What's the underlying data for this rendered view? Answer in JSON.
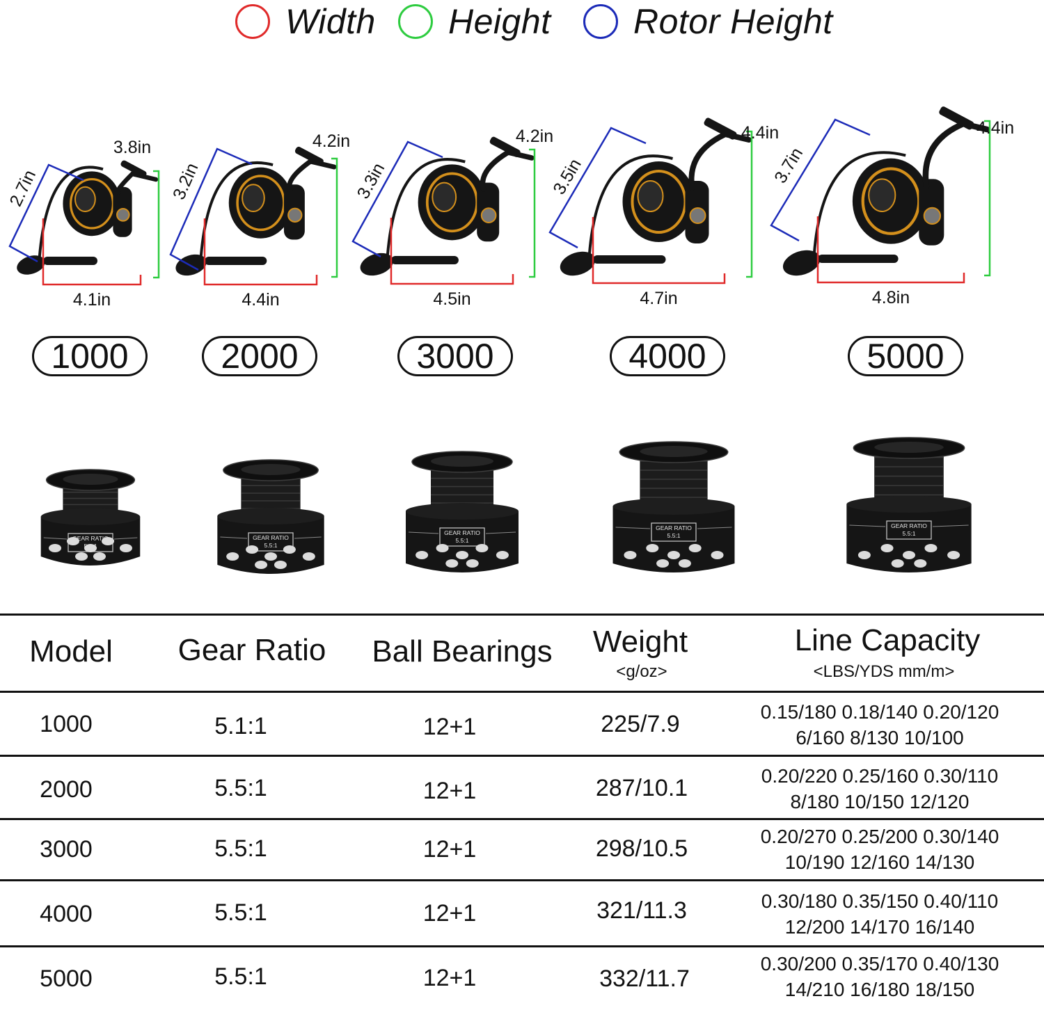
{
  "legend": {
    "items": [
      {
        "label": "Width",
        "color": "#e02a2a"
      },
      {
        "label": "Height",
        "color": "#2ecc40"
      },
      {
        "label": "Rotor Height",
        "color": "#1c2bb8"
      }
    ]
  },
  "reels": [
    {
      "model": "1000",
      "width": "4.1in",
      "height": "3.8in",
      "rotor": "2.7in"
    },
    {
      "model": "2000",
      "width": "4.4in",
      "height": "4.2in",
      "rotor": "3.2in"
    },
    {
      "model": "3000",
      "width": "4.5in",
      "height": "4.2in",
      "rotor": "3.3in"
    },
    {
      "model": "4000",
      "width": "4.7in",
      "height": "4.4in",
      "rotor": "3.5in"
    },
    {
      "model": "5000",
      "width": "4.8in",
      "height": "4.4in",
      "rotor": "3.7in"
    }
  ],
  "spools": [
    {
      "label": "GEAR RATIO",
      "ratio": "5.1:1"
    },
    {
      "label": "GEAR RATIO",
      "ratio": "5.5:1"
    },
    {
      "label": "GEAR RATIO",
      "ratio": "5.5:1"
    },
    {
      "label": "GEAR RATIO",
      "ratio": "5.5:1"
    },
    {
      "label": "GEAR RATIO",
      "ratio": "5.5:1"
    }
  ],
  "colors": {
    "accent_gold": "#d4901c",
    "reel_black": "#151515"
  },
  "table": {
    "headers": {
      "model": "Model",
      "gear_ratio": "Gear Ratio",
      "ball_bearings": "Ball Bearings",
      "weight": "Weight",
      "weight_unit": "<g/oz>",
      "line_capacity": "Line Capacity",
      "line_capacity_unit": "<LBS/YDS mm/m>"
    },
    "rows": [
      {
        "model": "1000",
        "gear_ratio": "5.1:1",
        "ball_bearings": "12+1",
        "weight": "225/7.9",
        "line_mm": "0.15/180 0.18/140 0.20/120",
        "line_lbs": "6/160 8/130 10/100"
      },
      {
        "model": "2000",
        "gear_ratio": "5.5:1",
        "ball_bearings": "12+1",
        "weight": "287/10.1",
        "line_mm": "0.20/220 0.25/160 0.30/110",
        "line_lbs": "8/180 10/150 12/120"
      },
      {
        "model": "3000",
        "gear_ratio": "5.5:1",
        "ball_bearings": "12+1",
        "weight": "298/10.5",
        "line_mm": "0.20/270 0.25/200 0.30/140",
        "line_lbs": "10/190 12/160 14/130"
      },
      {
        "model": "4000",
        "gear_ratio": "5.5:1",
        "ball_bearings": "12+1",
        "weight": "321/11.3",
        "line_mm": "0.30/180 0.35/150 0.40/110",
        "line_lbs": "12/200 14/170 16/140"
      },
      {
        "model": "5000",
        "gear_ratio": "5.5:1",
        "ball_bearings": "12+1",
        "weight": "332/11.7",
        "line_mm": "0.30/200 0.35/170 0.40/130",
        "line_lbs": "14/210 16/180 18/150"
      }
    ]
  }
}
